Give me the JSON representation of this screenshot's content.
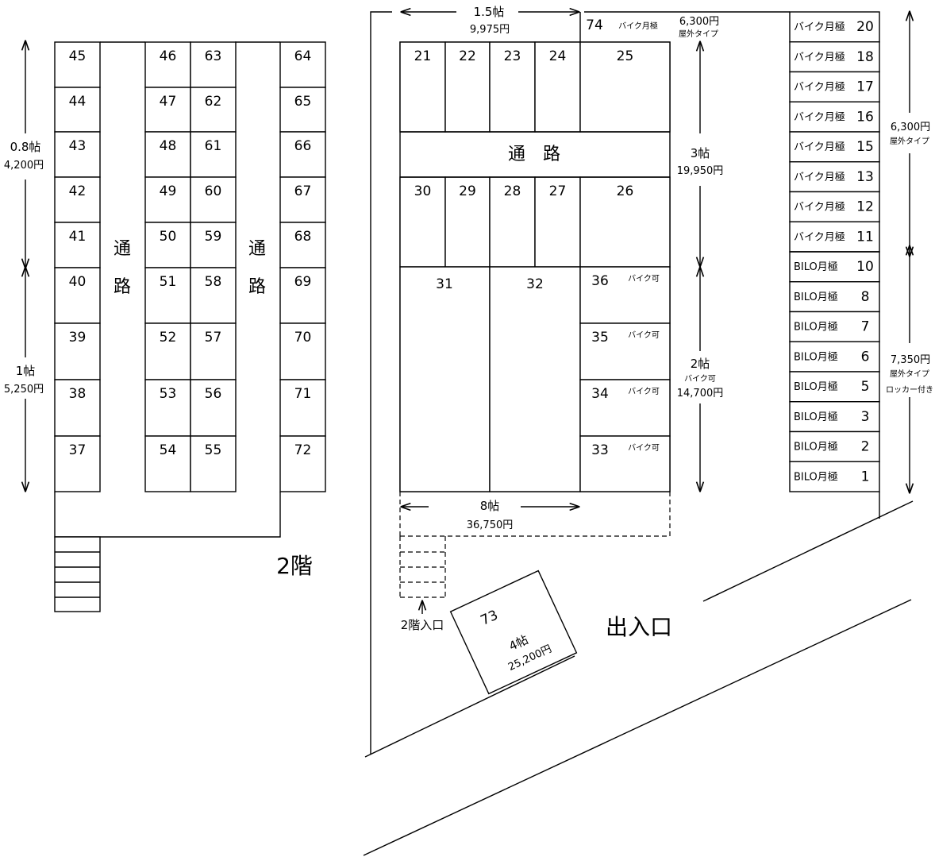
{
  "floor2": {
    "left_units": [
      "45",
      "44",
      "43",
      "42",
      "41",
      "40",
      "39",
      "38",
      "37"
    ],
    "center_left_units": [
      "46",
      "47",
      "48",
      "49",
      "50",
      "51",
      "52",
      "53",
      "54"
    ],
    "center_right_units": [
      "63",
      "62",
      "61",
      "60",
      "59",
      "58",
      "57",
      "56",
      "55"
    ],
    "right_units": [
      "64",
      "65",
      "66",
      "67",
      "68",
      "69",
      "70",
      "71",
      "72"
    ],
    "aisle_chars": [
      "通",
      "路"
    ],
    "label": "2階",
    "dim_small_size": "0.8帖",
    "dim_small_price": "4,200円",
    "dim_large_size": "1帖",
    "dim_large_price": "5,250円"
  },
  "floor1": {
    "top_units": [
      "21",
      "22",
      "23",
      "24",
      "25"
    ],
    "bottom_units": [
      "30",
      "29",
      "28",
      "27",
      "26"
    ],
    "aisle_chars": [
      "通",
      "路"
    ],
    "big_units": [
      "31",
      "32"
    ],
    "bike_units": [
      "36",
      "35",
      "34",
      "33"
    ],
    "bike_ok": "バイク可",
    "top_dim_size": "1.5帖",
    "top_dim_price": "9,975円",
    "unit74": "74",
    "bike_monthly": "バイク月極",
    "unit74_price": "6,300円",
    "unit74_type": "屋外タイプ",
    "dim3_size": "3帖",
    "dim3_price": "19,950円",
    "dim2_size": "2帖",
    "dim2_note": "バイク可",
    "dim2_price": "14,700円",
    "dim8_size": "8帖",
    "dim8_price": "36,750円",
    "entrance2_label": "2階入口",
    "unit73": "73",
    "unit73_size": "4帖",
    "unit73_price": "25,200円",
    "entrance_label": "出入口"
  },
  "outdoor": {
    "bike_rows": [
      {
        "label": "バイク月極",
        "num": "20"
      },
      {
        "label": "バイク月極",
        "num": "18"
      },
      {
        "label": "バイク月極",
        "num": "17"
      },
      {
        "label": "バイク月極",
        "num": "16"
      },
      {
        "label": "バイク月極",
        "num": "15"
      },
      {
        "label": "バイク月極",
        "num": "13"
      },
      {
        "label": "バイク月極",
        "num": "12"
      },
      {
        "label": "バイク月極",
        "num": "11"
      }
    ],
    "bilo_rows": [
      {
        "label": "BILO月極",
        "num": "10"
      },
      {
        "label": "BILO月極",
        "num": "8"
      },
      {
        "label": "BILO月極",
        "num": "7"
      },
      {
        "label": "BILO月極",
        "num": "6"
      },
      {
        "label": "BILO月極",
        "num": "5"
      },
      {
        "label": "BILO月極",
        "num": "3"
      },
      {
        "label": "BILO月極",
        "num": "2"
      },
      {
        "label": "BILO月極",
        "num": "1"
      }
    ],
    "bike_price": "6,300円",
    "bike_type": "屋外タイプ",
    "bilo_price": "7,350円",
    "bilo_type": "屋外タイプ",
    "bilo_locker": "ロッカー付き"
  }
}
